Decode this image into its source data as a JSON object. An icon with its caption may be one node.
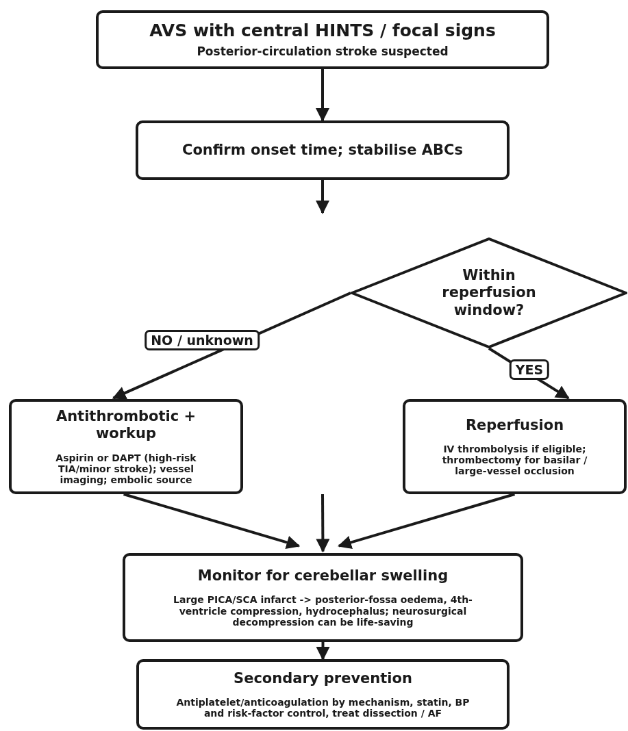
{
  "diagram": {
    "nodes": [
      {
        "text": [
          "AVS with central HINTS / focal signs",
          "Posterior-circulation stroke suspected"
        ]
      },
      {
        "text": [
          "Confirm onset time; stabilise ABCs"
        ]
      },
      {
        "text": [
          "Within reperfusion window?"
        ]
      },
      {
        "text": [
          "Antithrombotic + workup",
          "Aspirin or DAPT (high-risk TIA/minor stroke); vessel imaging; embolic source"
        ]
      },
      {
        "text": [
          "Reperfusion",
          "IV thrombolysis if eligible; thrombectomy for basilar / large-vessel occlusion"
        ]
      },
      {
        "text": [
          "Monitor for cerebellar swelling",
          "Large PICA/SCA infarct -> posterior-fossa oedema, 4th-ventricle compression, hydrocephalus; neurosurgical decompression can be life-saving"
        ]
      },
      {
        "text": [
          "Secondary prevention",
          "Antiplatelet/anticoagulation by mechanism, statin, BP and risk-factor control, treat dissection / AF"
        ]
      }
    ],
    "edges": [
      {
        "from": 0,
        "to": 1,
        "arrow": "to"
      },
      {
        "from": 1,
        "to": null,
        "arrow": "to"
      },
      {
        "from": 2,
        "to": 3,
        "arrow": "to",
        "label": "NO / unknown"
      },
      {
        "from": 2,
        "to": 4,
        "arrow": "to",
        "label": "YES"
      },
      {
        "from": 3,
        "to": 5,
        "arrow": "to"
      },
      {
        "from": null,
        "to": 5,
        "arrow": "to"
      },
      {
        "from": 4,
        "to": 5,
        "arrow": "to"
      },
      {
        "from": 5,
        "to": 6,
        "arrow": "to"
      }
    ]
  }
}
